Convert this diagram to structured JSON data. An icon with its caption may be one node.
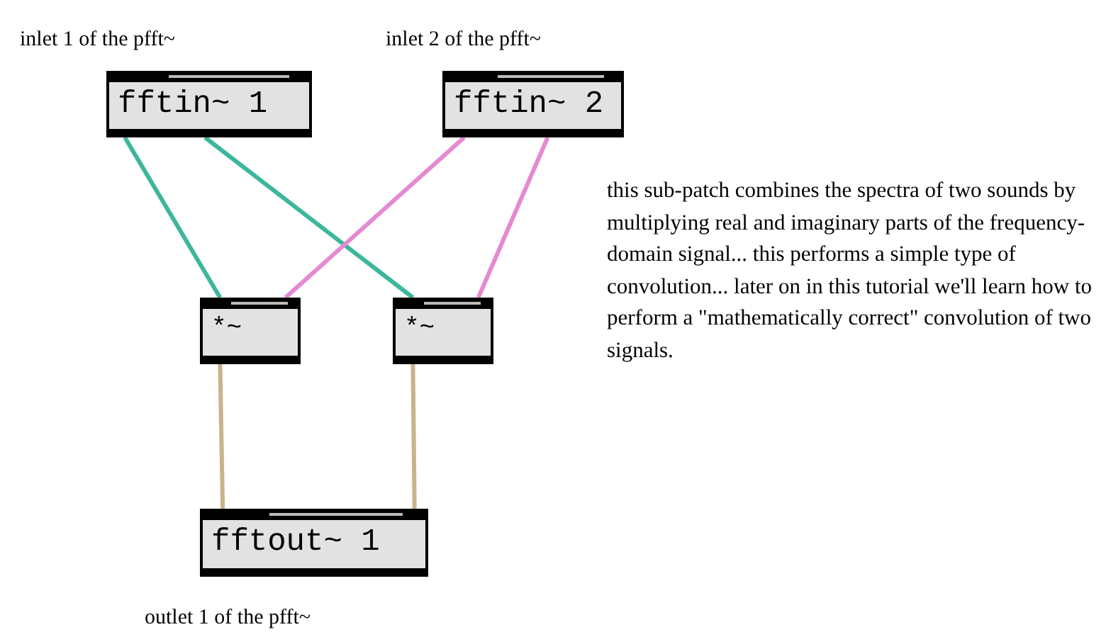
{
  "diagram": {
    "nodes": [
      {
        "text": [
          "fftin~ 1"
        ],
        "beside": [
          "inlet 1 of the pfft~"
        ]
      },
      {
        "text": [
          "fftin~ 2"
        ],
        "beside": [
          "inlet 2 of the pfft~"
        ]
      },
      {
        "text": [
          "*~"
        ]
      },
      {
        "text": [
          "*~"
        ]
      },
      {
        "text": [
          "fftout~ 1"
        ],
        "beside": [
          "outlet 1 of the pfft~"
        ]
      }
    ],
    "edges": [
      {
        "from": 0,
        "to": 2,
        "arrow": "none",
        "color": "#3cb79c"
      },
      {
        "from": 0,
        "to": 3,
        "arrow": "none",
        "color": "#3cb79c"
      },
      {
        "from": 1,
        "to": 2,
        "arrow": "none",
        "color": "#e48ad2"
      },
      {
        "from": 1,
        "to": 3,
        "arrow": "none",
        "color": "#e48ad2"
      },
      {
        "from": 2,
        "to": 4,
        "arrow": "none",
        "color": "#c8b48a"
      },
      {
        "from": 3,
        "to": 4,
        "arrow": "none",
        "color": "#c8b48a"
      }
    ],
    "labels": [
      "this sub-patch combines the spectra of two sounds by multiplying real and imaginary parts of the frequency-domain signal... this performs a simple type of convolution... later on in this tutorial we'll learn how to perform a \"mathematically correct\" convolution of two signals."
    ]
  }
}
